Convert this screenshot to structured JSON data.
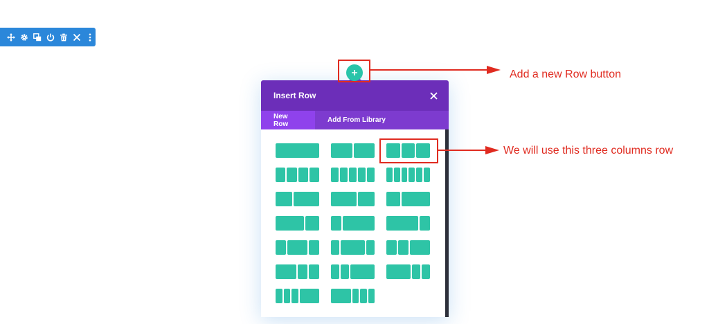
{
  "toolbar": {
    "icons": [
      "move-icon",
      "gear-icon",
      "duplicate-icon",
      "power-icon",
      "trash-icon",
      "close-icon",
      "more-icon"
    ],
    "color": "#2b87da"
  },
  "add_row_button": {
    "icon": "plus-icon",
    "color": "#29c4a9"
  },
  "modal": {
    "title": "Insert Row",
    "tabs": [
      {
        "label": "New Row",
        "active": true
      },
      {
        "label": "Add From Library",
        "active": false
      }
    ],
    "colors": {
      "header": "#6c2eb9",
      "tab_bar": "#7d3bcf",
      "active_tab": "#8f42ec",
      "column": "#2ec4a6"
    },
    "layouts": [
      {
        "id": "1",
        "cols": [
          1
        ]
      },
      {
        "id": "1-2_1-2",
        "cols": [
          1,
          1
        ]
      },
      {
        "id": "1-3_1-3_1-3",
        "cols": [
          1,
          1,
          1
        ]
      },
      {
        "id": "1-4x4",
        "cols": [
          1,
          1,
          1,
          1
        ]
      },
      {
        "id": "1-5x5",
        "cols": [
          1,
          1,
          1,
          1,
          1
        ]
      },
      {
        "id": "1-6x6",
        "cols": [
          1,
          1,
          1,
          1,
          1,
          1
        ]
      },
      {
        "id": "2-5_3-5",
        "cols": [
          2,
          3
        ]
      },
      {
        "id": "3-5_2-5",
        "cols": [
          3,
          2
        ]
      },
      {
        "id": "1-3_2-3",
        "cols": [
          1,
          2
        ]
      },
      {
        "id": "2-3_1-3",
        "cols": [
          2,
          1
        ]
      },
      {
        "id": "1-4_3-4",
        "cols": [
          1,
          3
        ]
      },
      {
        "id": "3-4_1-4",
        "cols": [
          3,
          1
        ]
      },
      {
        "id": "1-4_1-2_1-4",
        "cols": [
          1,
          2,
          1
        ]
      },
      {
        "id": "1-5_3-5_1-5",
        "cols": [
          1,
          3,
          1
        ]
      },
      {
        "id": "1-4_1-4_1-2",
        "cols": [
          1,
          1,
          2
        ]
      },
      {
        "id": "1-2_1-4_1-4",
        "cols": [
          2,
          1,
          1
        ]
      },
      {
        "id": "1-5_1-5_3-5",
        "cols": [
          1,
          1,
          3
        ]
      },
      {
        "id": "3-5_1-5_1-5",
        "cols": [
          3,
          1,
          1
        ]
      },
      {
        "id": "1-6_1-6_1-6_1-2",
        "cols": [
          1,
          1,
          1,
          3
        ]
      },
      {
        "id": "1-2_1-6_1-6_1-6",
        "cols": [
          3,
          1,
          1,
          1
        ]
      }
    ]
  },
  "annotations": {
    "add_row": "Add a new Row button",
    "three_columns": "We will use this three columns row",
    "color": "#e02b20"
  }
}
